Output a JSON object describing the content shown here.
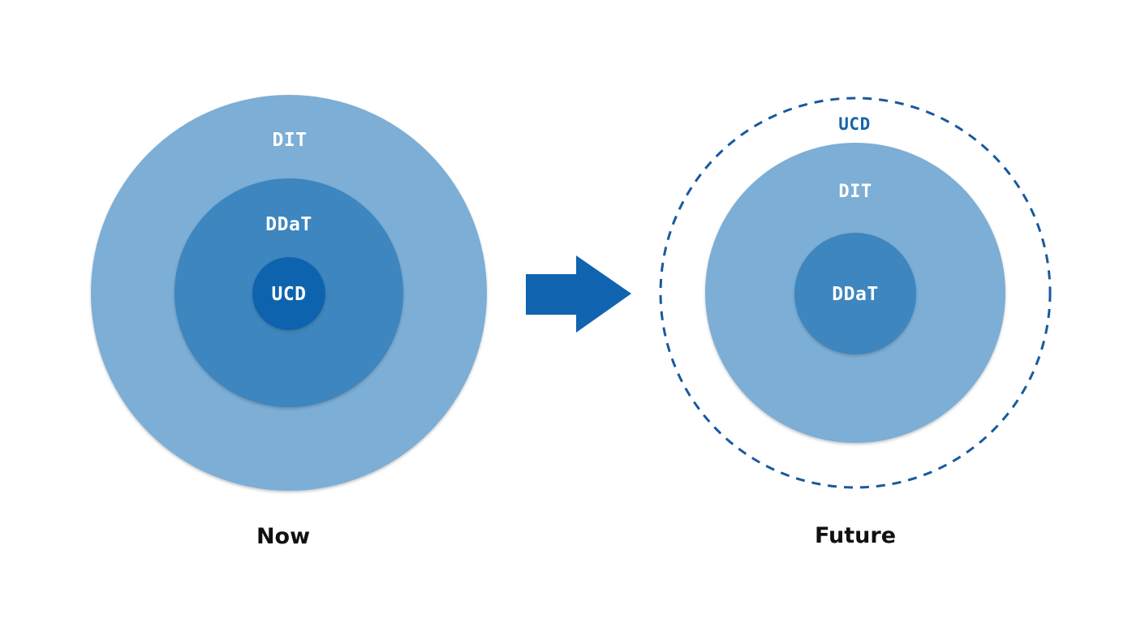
{
  "now": {
    "caption": "Now",
    "rings": [
      {
        "label": "DIT"
      },
      {
        "label": "DDaT"
      },
      {
        "label": "UCD"
      }
    ]
  },
  "future": {
    "caption": "Future",
    "rings": [
      {
        "label": "UCD"
      },
      {
        "label": "DIT"
      },
      {
        "label": "DDaT"
      }
    ]
  },
  "arrow": {
    "icon": "arrow-right-icon",
    "direction": "right"
  },
  "colors": {
    "ring_light": "#7CAED6",
    "ring_medium": "#3D86BF",
    "ring_dark": "#0E63AE",
    "dashed_ring": "#17599F",
    "future_ucd_text": "#1565AE",
    "label_text": "#FFFFFF",
    "caption_text": "#111111",
    "arrow": "#1064B0",
    "background": "#FFFFFF"
  }
}
